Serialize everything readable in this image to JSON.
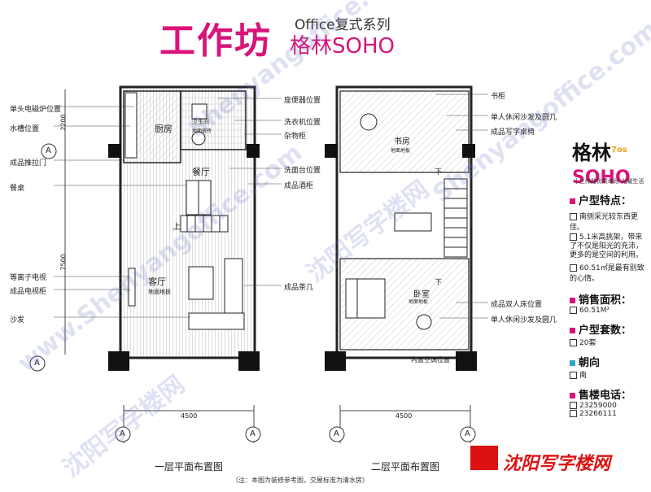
{
  "header": {
    "title": "工作坊",
    "series": "Office复式系列",
    "project": "格林SOHO"
  },
  "left_plan": {
    "caption": "一层平面布置图",
    "rooms": [
      "厨房",
      "卫生间",
      "餐厅",
      "客厅",
      "地面地板",
      "上"
    ],
    "bathroom_floor": "地面瓷砖",
    "labels_left": [
      "单头电磁炉位置",
      "水槽位置",
      "成品推拉门",
      "餐桌",
      "等离子电视",
      "成品电视柜",
      "沙发"
    ],
    "labels_right": [
      "座便器位置",
      "洗衣机位置",
      "杂物柜",
      "洗面台位置",
      "成品酒柜",
      "成品茶几"
    ],
    "dim_left_top": "2200",
    "dim_left_main": "7500",
    "dim_bottom": "4500",
    "axis_marker": "A"
  },
  "right_plan": {
    "caption": "二层平面布置图",
    "rooms": [
      "书房",
      "卧室",
      "下",
      "下"
    ],
    "study_floor": "地面地板",
    "bedroom_floor": "地面地板",
    "labels_right": [
      "书柜",
      "单人休闲沙发及圆几",
      "成品写字桌椅",
      "成品双人床位置",
      "单人休闲沙发及圆几"
    ],
    "ac_label": "内置空调位置",
    "dim_bottom": "4500",
    "axis_marker": "A"
  },
  "note": "（注：本图为装修参考图，交屋标准为清水房）",
  "logo": {
    "name": "格林",
    "superscript": "7os",
    "word": "SOHO",
    "tagline": "十三纬路优质地段  光耀生活"
  },
  "side_panel": {
    "features_title": "户型特点：",
    "features": [
      "南侧采光较东西更佳。",
      "5.1米高挑架，带来了不仅是阳光的充沛，更多的是空间的利用。",
      "60.51㎡是最有别致的心情。"
    ],
    "area_title": "销售面积：",
    "area_value": "60.51M²",
    "units_title": "户型套数：",
    "units_value": "20套",
    "orientation_title": "朝向",
    "orientation_value": "南",
    "phone_title": "售楼电话：",
    "phones": [
      "23259000",
      "23266111"
    ]
  },
  "watermarks": [
    "Shenyangoffice.com",
    "沈阳写字楼网",
    "www.Shenyangoffice.com",
    "沈阳写字楼网",
    "Shenyangoffice.com"
  ],
  "footer_brand": "沈阳写字楼网",
  "colors": {
    "accent": "#d8147a",
    "blue": "#2aa7c9",
    "brand_red": "#d11111"
  }
}
